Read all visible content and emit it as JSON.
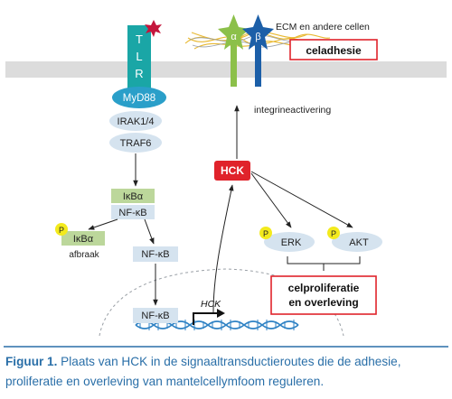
{
  "diagram": {
    "tlr": "TLR",
    "myd88": "MyD88",
    "irak": "IRAK1/4",
    "traf6": "TRAF6",
    "ikba": "IκBα",
    "nfkb": "NF-κB",
    "afbraak": "afbraak",
    "p": "P",
    "hck": "HCK",
    "hck_gene": "HCK",
    "erk": "ERK",
    "akt": "AKT",
    "alpha": "α",
    "beta": "β",
    "ecm": "ECM en andere cellen",
    "celadhesie": "celadhesie",
    "integrine": "integrineactivering",
    "proliferatie_line1": "celproliferatie",
    "proliferatie_line2": "en overleving"
  },
  "caption": {
    "label": "Figuur 1.",
    "text": " Plaats van HCK in de signaaltransductieroutes die de adhesie, proliferatie en overleving van mantelcellymfoom reguleren."
  },
  "colors": {
    "tlr": "#1aa6a6",
    "myd88": "#2a9fc9",
    "pill": "#d5e3ef",
    "ikba_box": "#bcd79b",
    "hck": "#e0232b",
    "alpha_integrin": "#8cc04a",
    "beta_integrin": "#1c5fa8",
    "p_circle": "#f3ea1d",
    "membrane": "#dcdcdc",
    "caption": "#2a6fa8"
  }
}
